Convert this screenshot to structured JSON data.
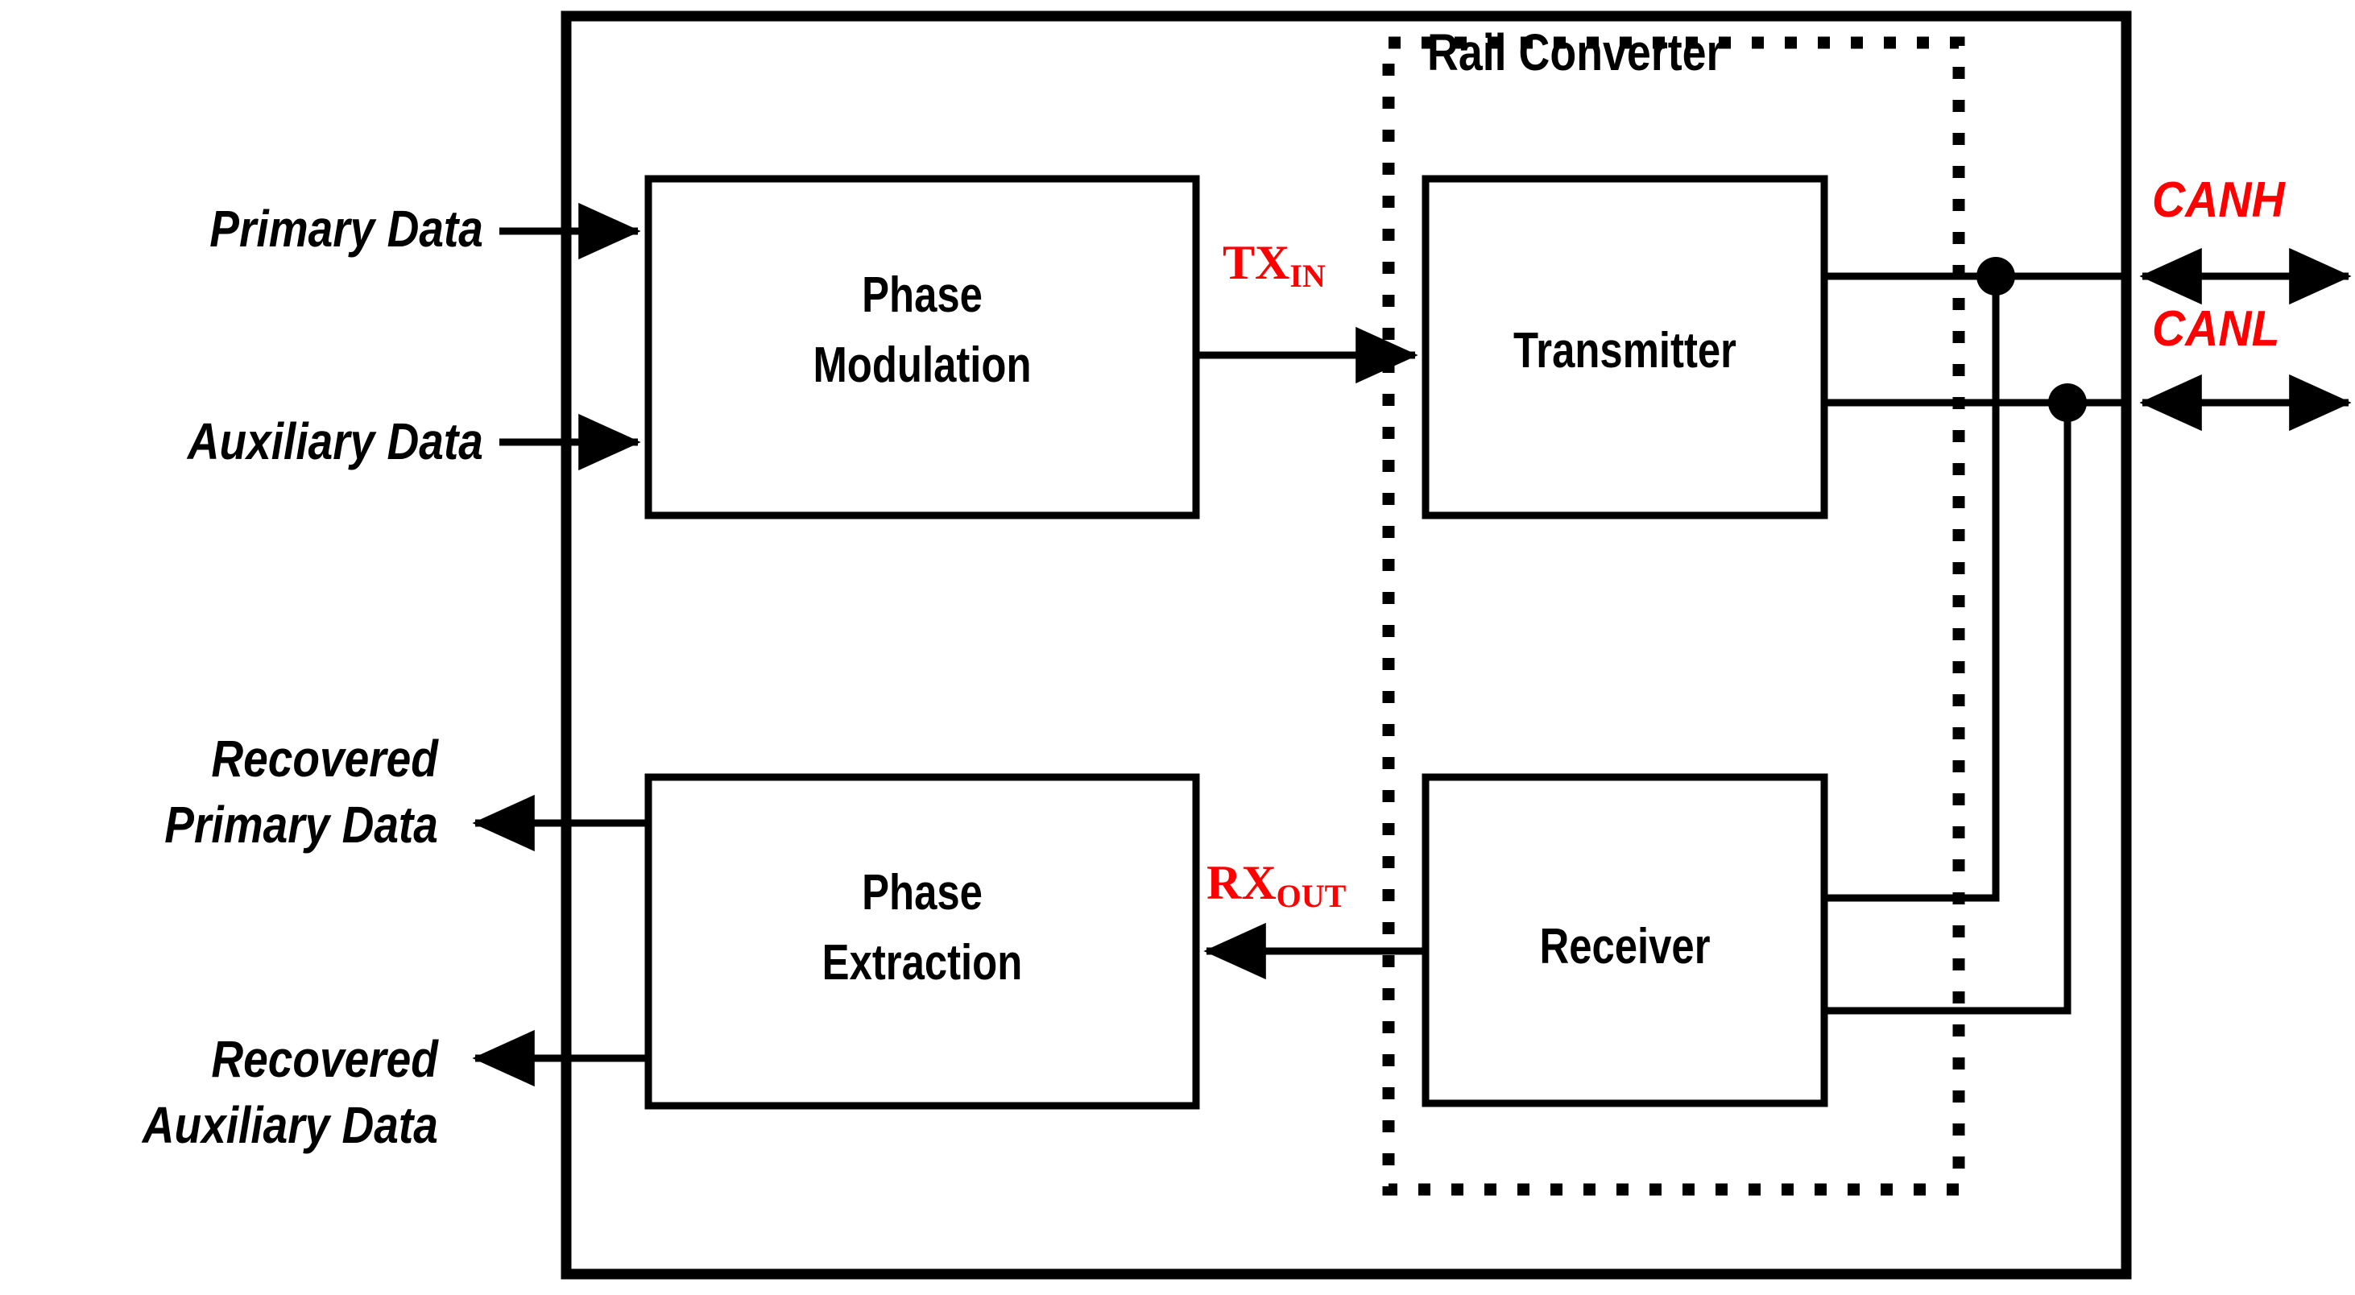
{
  "diagram": {
    "title": "Phase-modulated CAN transceiver block diagram",
    "colors": {
      "line": "#000000",
      "accent_red": "#FF0000",
      "background": "#FFFFFF"
    },
    "outer_block": {
      "label": ""
    },
    "group": {
      "caption": "Rail Converter",
      "style": "dashed"
    },
    "blocks": [
      {
        "id": "phase-modulation",
        "line1": "Phase",
        "line2": "Modulation"
      },
      {
        "id": "phase-extraction",
        "line1": "Phase",
        "line2": "Extraction"
      },
      {
        "id": "transmitter",
        "line1": "Transmitter",
        "line2": ""
      },
      {
        "id": "receiver",
        "line1": "Receiver",
        "line2": ""
      }
    ],
    "inputs": [
      {
        "id": "primary-data",
        "label": "Primary Data"
      },
      {
        "id": "auxiliary-data",
        "label": "Auxiliary Data"
      }
    ],
    "outputs": [
      {
        "id": "recovered-primary",
        "line1": "Recovered",
        "line2": "Primary Data"
      },
      {
        "id": "recovered-auxiliary",
        "line1": "Recovered",
        "line2": "Auxiliary Data"
      }
    ],
    "signals": [
      {
        "id": "tx-in",
        "base": "TX",
        "sub": "IN",
        "color": "#FF0000"
      },
      {
        "id": "rx-out",
        "base": "RX",
        "sub": "OUT",
        "color": "#FF0000"
      }
    ],
    "bus": [
      {
        "id": "canh",
        "label": "CANH",
        "color": "#FF0000"
      },
      {
        "id": "canl",
        "label": "CANL",
        "color": "#FF0000"
      }
    ]
  }
}
